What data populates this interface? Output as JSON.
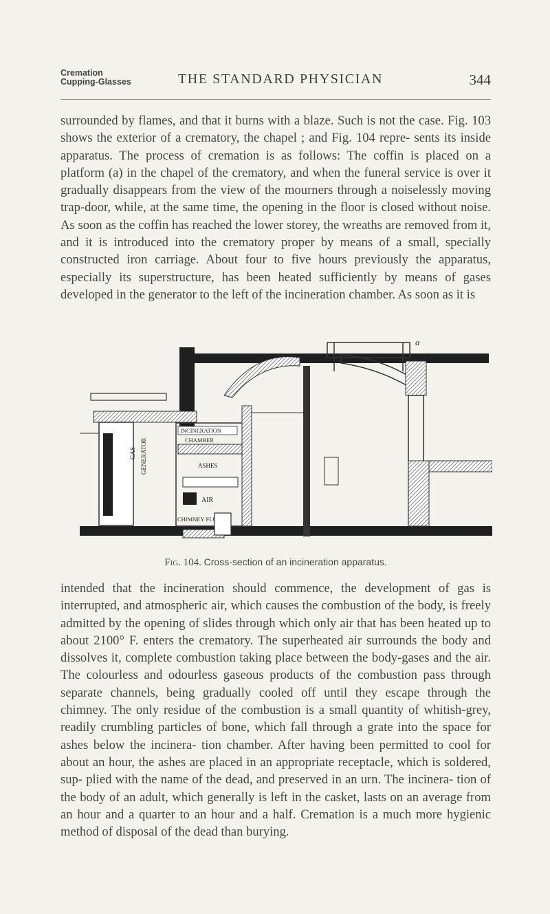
{
  "header": {
    "section_label_line1": "Cremation",
    "section_label_line2": "Cupping-Glasses",
    "running_title": "THE STANDARD PHYSICIAN",
    "page_number": "344"
  },
  "body": {
    "paragraph1": "surrounded by flames, and that it burns with a blaze. Such is not the case. Fig. 103 shows the exterior of a crematory, the chapel ; and Fig. 104 repre- sents its inside apparatus. The process of cremation is as follows: The coffin is placed on a platform (a) in the chapel of the crematory, and when the funeral service is over it gradually disappears from the view of the mourners through a noiselessly moving trap-door, while, at the same time, the opening in the floor is closed without noise. As soon as the coffin has reached the lower storey, the wreaths are removed from it, and it is introduced into the crematory proper by means of a small, specially constructed iron carriage. About four to five hours previously the apparatus, especially its superstructure, has been heated sufficiently by means of gases developed in the generator to the left of the incineration chamber. As soon as it is",
    "paragraph2": "intended that the incineration should commence, the development of gas is interrupted, and atmospheric air, which causes the combustion of the body, is freely admitted by the opening of slides through which only air that has been heated up to about 2100° F. enters the crematory. The superheated air surrounds the body and dissolves it, complete combustion taking place between the body-gases and the air. The colourless and odourless gaseous products of the combustion pass through separate channels, being gradually cooled off until they escape through the chimney. The only residue of the combustion is a small quantity of whitish-grey, readily crumbling particles of bone, which fall through a grate into the space for ashes below the incinera- tion chamber. After having been permitted to cool for about an hour, the ashes are placed in an appropriate receptacle, which is soldered, sup- plied with the name of the dead, and preserved in an urn. The incinera- tion of the body of an adult, which generally is left in the casket, lasts on an average from an hour and a quarter to an hour and a half. Cremation is a much more hygienic method of disposal of the dead than burying."
  },
  "figure": {
    "labels": {
      "incineration": "INCINERATION",
      "chamber": "CHAMBER",
      "ashes": "ASHES",
      "air": "AIR",
      "chimney_flue": "CHIMNEY FLUE",
      "gas": "GAS",
      "generator": "GENERATOR",
      "platform_marker": "a"
    },
    "caption_label": "Fig. 104.",
    "caption_text": "Cross-section of an incineration apparatus."
  }
}
